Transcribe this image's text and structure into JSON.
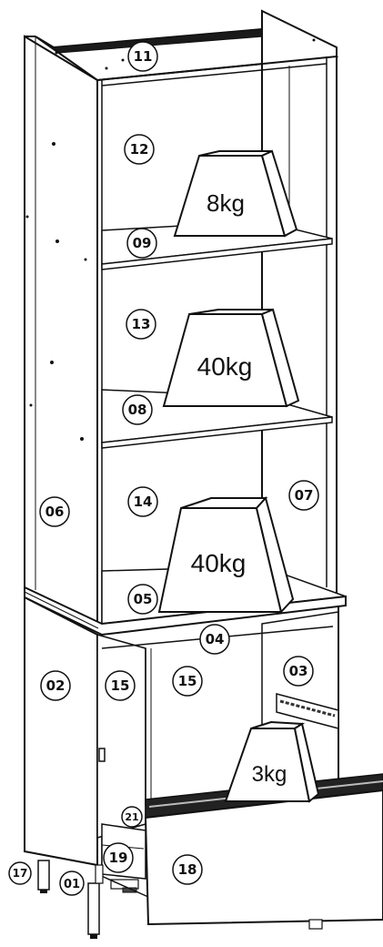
{
  "diagram": {
    "part_labels": [
      {
        "id": "11",
        "text": "11"
      },
      {
        "id": "12",
        "text": "12"
      },
      {
        "id": "09",
        "text": "09"
      },
      {
        "id": "13",
        "text": "13"
      },
      {
        "id": "08",
        "text": "08"
      },
      {
        "id": "14",
        "text": "14"
      },
      {
        "id": "06",
        "text": "06"
      },
      {
        "id": "07",
        "text": "07"
      },
      {
        "id": "05",
        "text": "05"
      },
      {
        "id": "04",
        "text": "04"
      },
      {
        "id": "02",
        "text": "02"
      },
      {
        "id": "15a",
        "text": "15"
      },
      {
        "id": "15b",
        "text": "15"
      },
      {
        "id": "03",
        "text": "03"
      },
      {
        "id": "21",
        "text": "21"
      },
      {
        "id": "19",
        "text": "19"
      },
      {
        "id": "18",
        "text": "18"
      },
      {
        "id": "17",
        "text": "17"
      },
      {
        "id": "01",
        "text": "01"
      }
    ],
    "weights": [
      {
        "id": "w1",
        "text": "8kg"
      },
      {
        "id": "w2",
        "text": "40kg"
      },
      {
        "id": "w3",
        "text": "40kg"
      },
      {
        "id": "w4",
        "text": "3kg"
      }
    ]
  },
  "colors": {
    "line": "#111111",
    "panel": "#ffffff",
    "edge": "#d9d9d9",
    "rail": "#333333"
  }
}
